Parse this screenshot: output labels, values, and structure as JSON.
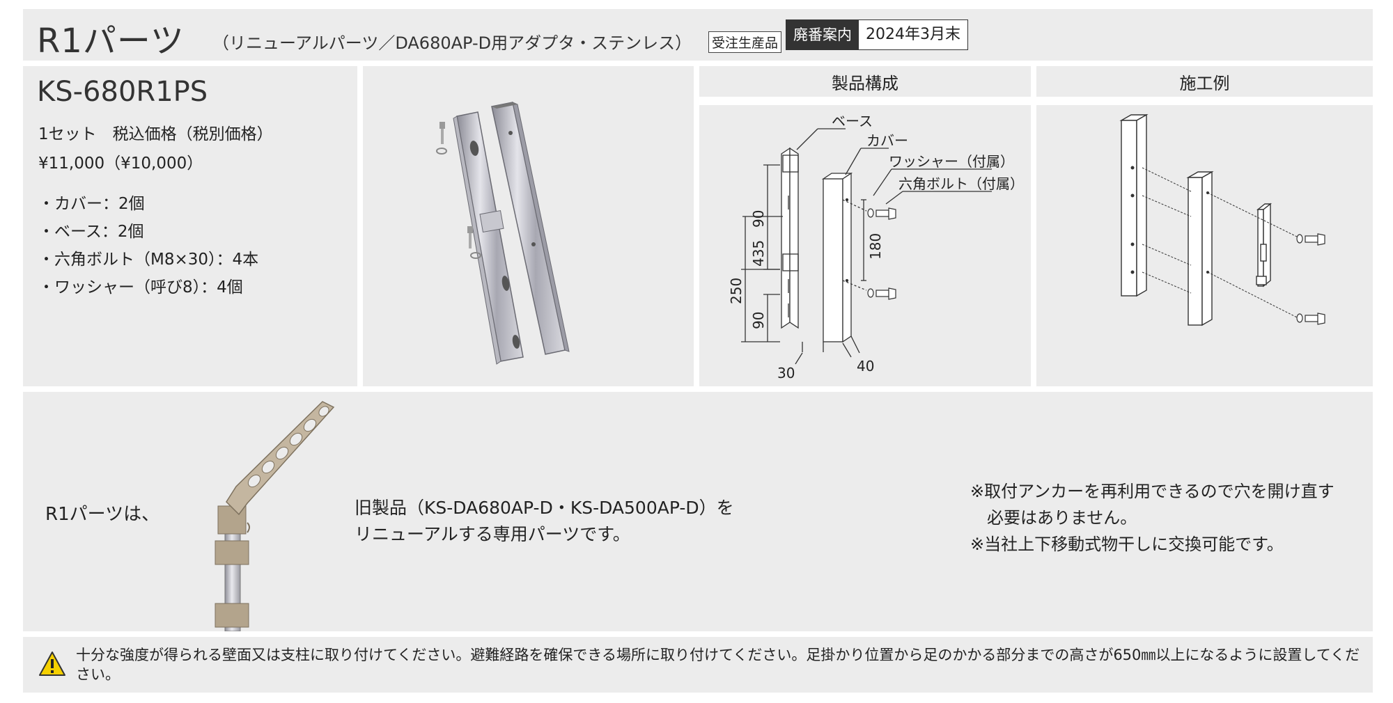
{
  "header": {
    "title": "R1パーツ",
    "subtitle": "（リニューアルパーツ／DA680AP-D用アダプタ・ステンレス）",
    "made_to_order": "受注生産品",
    "discontinued_label": "廃番案内",
    "discontinued_date": "2024年3月末"
  },
  "product": {
    "model": "KS-680R1PS",
    "set_price_label": "1セット　税込価格（税別価格）",
    "price": "¥11,000（¥10,000）",
    "parts": [
      "・カバー：2個",
      "・ベース：2個",
      "・六角ボルト（M8×30）：4本",
      "・ワッシャー（呼び8）：4個"
    ]
  },
  "composition": {
    "heading": "製品構成",
    "labels": {
      "base": "ベース",
      "cover": "カバー",
      "washer": "ワッシャー（付属）",
      "bolt": "六角ボルト（付属）"
    },
    "dimensions": {
      "d90_top": "90",
      "d435": "435",
      "d250": "250",
      "d90_bottom": "90",
      "d180": "180",
      "d30": "30",
      "d40": "40"
    }
  },
  "example": {
    "heading": "施工例"
  },
  "description": {
    "intro": "R1パーツは、",
    "text_line1": "旧製品（KS-DA680AP-D・KS-DA500AP-D）を",
    "text_line2": "リニューアルする専用パーツです。",
    "note1_line1": "※取付アンカーを再利用できるので穴を開け直す",
    "note1_line2": "必要はありません。",
    "note2": "※当社上下移動式物干しに交換可能です。"
  },
  "footer": {
    "warning": "十分な強度が得られる壁面又は支柱に取り付けてください。避難経路を確保できる場所に取り付けてください。足掛かり位置から足のかかる部分までの高さが650㎜以上になるように設置してください。"
  },
  "colors": {
    "panel_bg": "#ececec",
    "badge_dark": "#333333",
    "warning_yellow": "#f5d000",
    "arm_beige": "#b3a48c"
  },
  "icons": {
    "warning": "warning-triangle-icon"
  }
}
